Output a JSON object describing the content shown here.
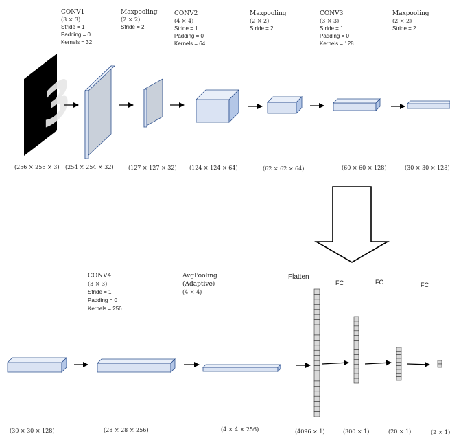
{
  "top": {
    "layers": [
      {
        "title": "CONV1",
        "lines": [
          "(3 × 3)",
          "Stride = 1",
          "Padding = 0",
          "Kernels = 32"
        ]
      },
      {
        "title": "Maxpooling",
        "lines": [
          "(2 × 2)",
          "Stride = 2"
        ]
      },
      {
        "title": "CONV2",
        "lines": [
          "(4 × 4)",
          "Stride = 1",
          "Padding = 0",
          "Kernels = 64"
        ]
      },
      {
        "title": "Maxpooling",
        "lines": [
          "(2 × 2)",
          "Stride = 2"
        ]
      },
      {
        "title": "CONV3",
        "lines": [
          "(3 × 3)",
          "Stride = 1",
          "Padding = 0",
          "Kernels = 128"
        ]
      },
      {
        "title": "Maxpooling",
        "lines": [
          "(2 × 2)",
          "Stride = 2"
        ]
      }
    ],
    "dims": [
      "(256 × 256 × 3)",
      "(254 × 254 × 32)",
      "(127 × 127 × 32)",
      "(124 × 124 × 64)",
      "(62 × 62 × 64)",
      "(60 × 60 × 128)",
      "(30 × 30 × 128)"
    ],
    "input_digit": "3"
  },
  "bottom": {
    "layers": [
      {
        "title": "CONV4",
        "lines": [
          "(3 × 3)",
          "Stride = 1",
          "Padding = 0",
          "Kernels = 256"
        ]
      },
      {
        "title": "AvgPooling",
        "lines": [
          "(Adaptive)",
          "(4 × 4)"
        ]
      }
    ],
    "flatten_label": "Flatten",
    "fc_labels": [
      "FC",
      "FC",
      "FC"
    ],
    "dims": [
      "(30 × 30 × 128)",
      "(28 × 28 × 256)",
      "(4 × 4 × 256)",
      "(4096 × 1)",
      "(300 × 1)",
      "(20 × 1)",
      "(2 × 1)"
    ]
  },
  "colors": {
    "block_front": "#dae3f3",
    "block_side": "#b4c7e7",
    "block_top": "#e9eff9",
    "block_stroke": "#2f528f",
    "thin_front": "#c5cedb",
    "vector_cell": "#d9d9d9",
    "arrow": "#000000"
  }
}
